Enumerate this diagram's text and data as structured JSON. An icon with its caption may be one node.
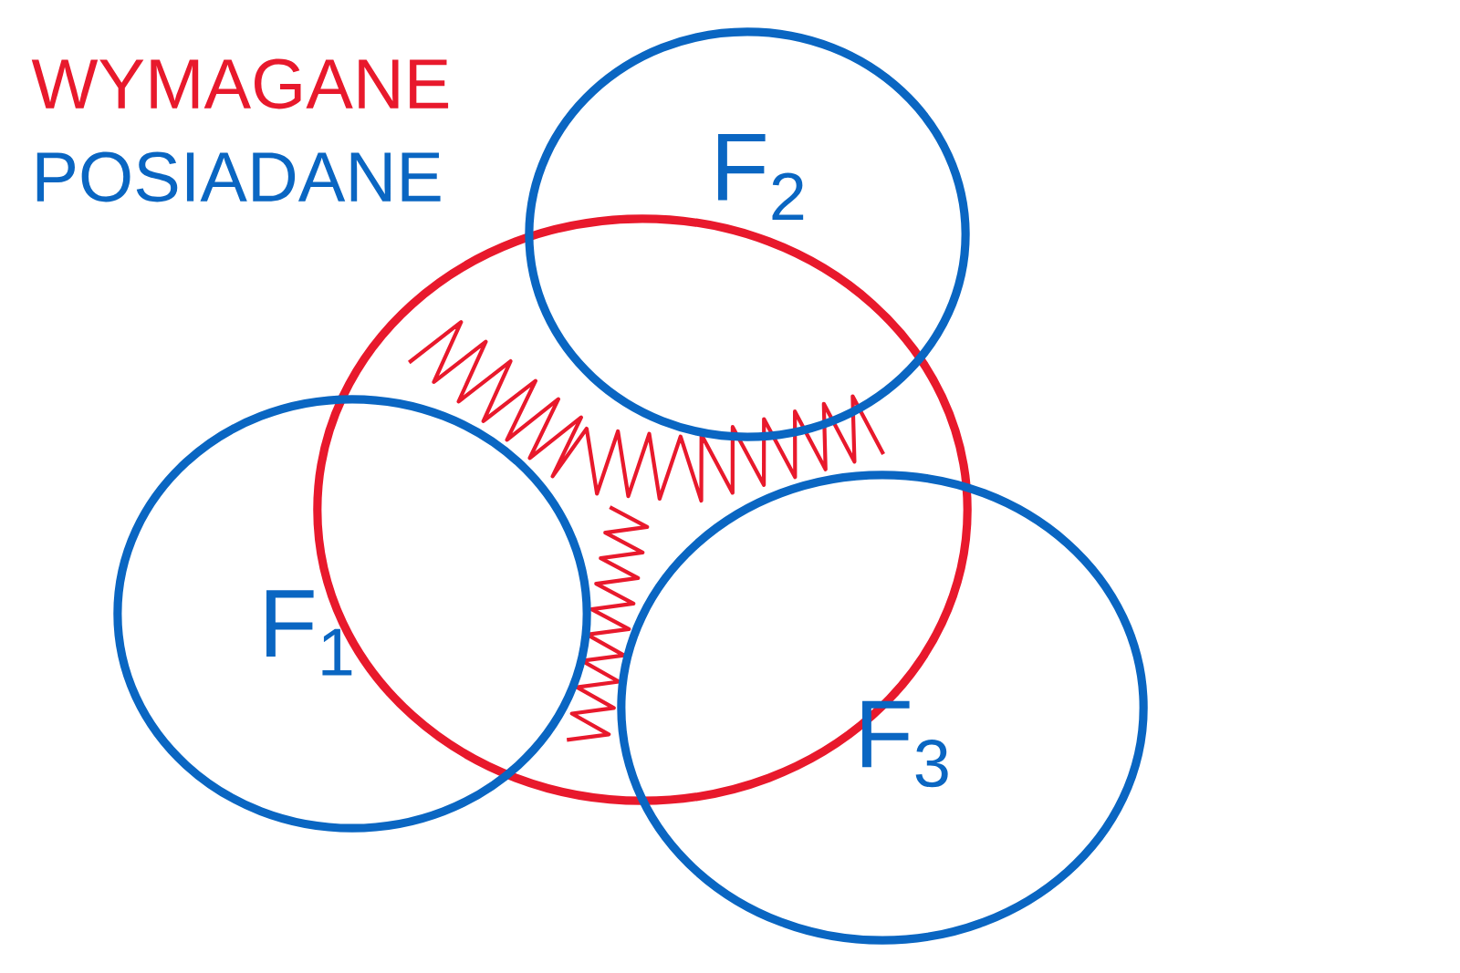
{
  "diagram": {
    "nodes": [
      {
        "text": [],
        "shape": "circle"
      },
      {
        "text": [
          "F$_{1}$"
        ]
      },
      {
        "text": [
          "F$_{2}$"
        ]
      },
      {
        "text": [
          "F$_{3}$"
        ]
      }
    ],
    "labels": [
      "WYMAGANE",
      "POSIADANE"
    ]
  }
}
